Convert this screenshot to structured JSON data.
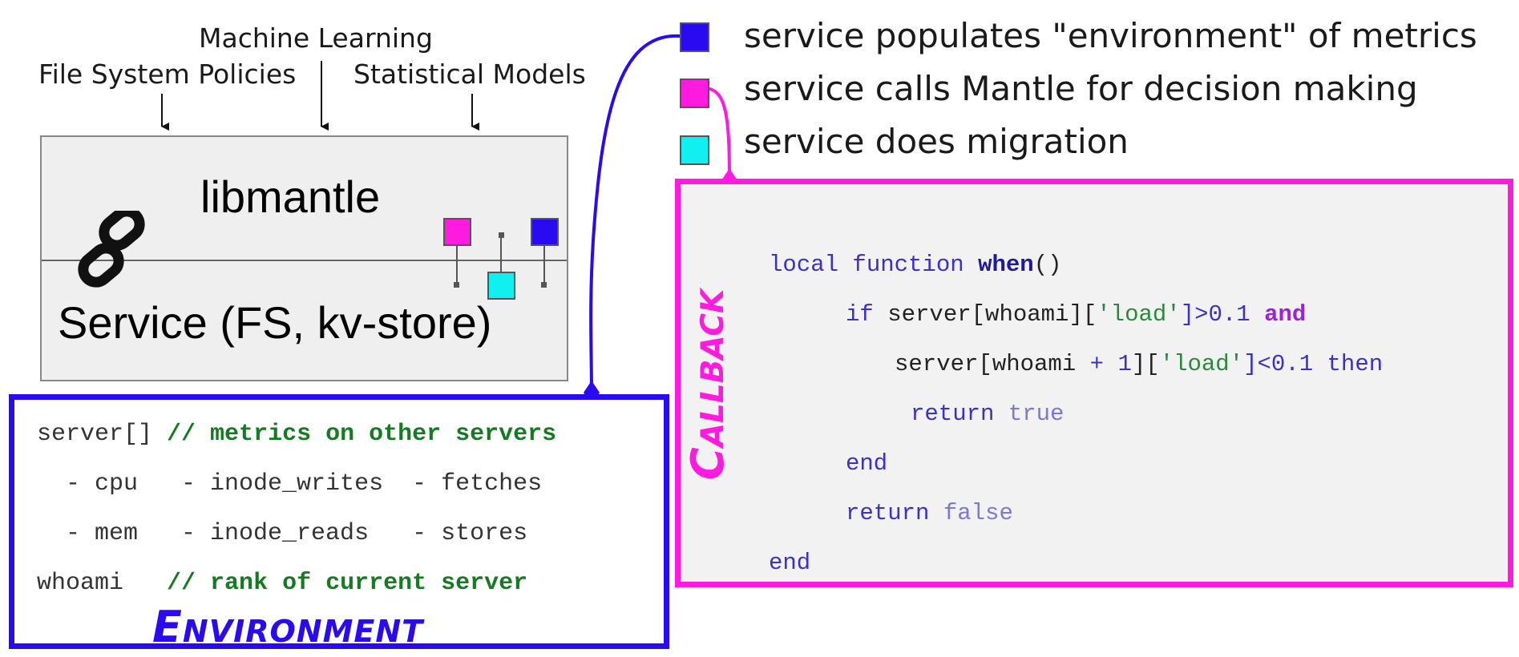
{
  "inputs": {
    "machine_learning": "Machine Learning",
    "file_system_policies": "File System Policies",
    "statistical_models": "Statistical Models"
  },
  "stack": {
    "libmantle": "libmantle",
    "service": "Service (FS, kv-store)",
    "link_icon": "chain-link-icon"
  },
  "legend": [
    {
      "color": "#2a0af0",
      "label": "service populates \"environment\" of metrics"
    },
    {
      "color": "#ff1ae0",
      "label": "service calls Mantle for decision making"
    },
    {
      "color": "#10f0f0",
      "label": "service does migration"
    }
  ],
  "environment": {
    "title": "Environment",
    "line1_code": "server[]",
    "line1_comment": "// metrics on other servers",
    "metrics_row1": "  - cpu   - inode_writes  - fetches",
    "metrics_row2": "  - mem   - inode_reads   - stores",
    "line4_code": "whoami",
    "line4_comment": "// rank of current server"
  },
  "callback": {
    "title": "Callback",
    "t_local": "local",
    "t_function": "function",
    "t_when": "when",
    "t_parens": "()",
    "t_if": "if",
    "t_server1": "server[whoami][",
    "t_load1": "'load'",
    "t_gt": "]>0.1",
    "t_and": "and",
    "t_server2": "server[whoami",
    "t_plus1": "+ 1",
    "t_bracket": "][",
    "t_load2": "'load'",
    "t_lt": "]<0.1",
    "t_then": "then",
    "t_return1": "return",
    "t_true": "true",
    "t_end1": "end",
    "t_return2": "return",
    "t_false": "false",
    "t_end2": "end"
  },
  "colors": {
    "blue": "#2a0af0",
    "magenta": "#ff1ae0",
    "cyan": "#10f0f0",
    "code_green": "#167a22"
  }
}
